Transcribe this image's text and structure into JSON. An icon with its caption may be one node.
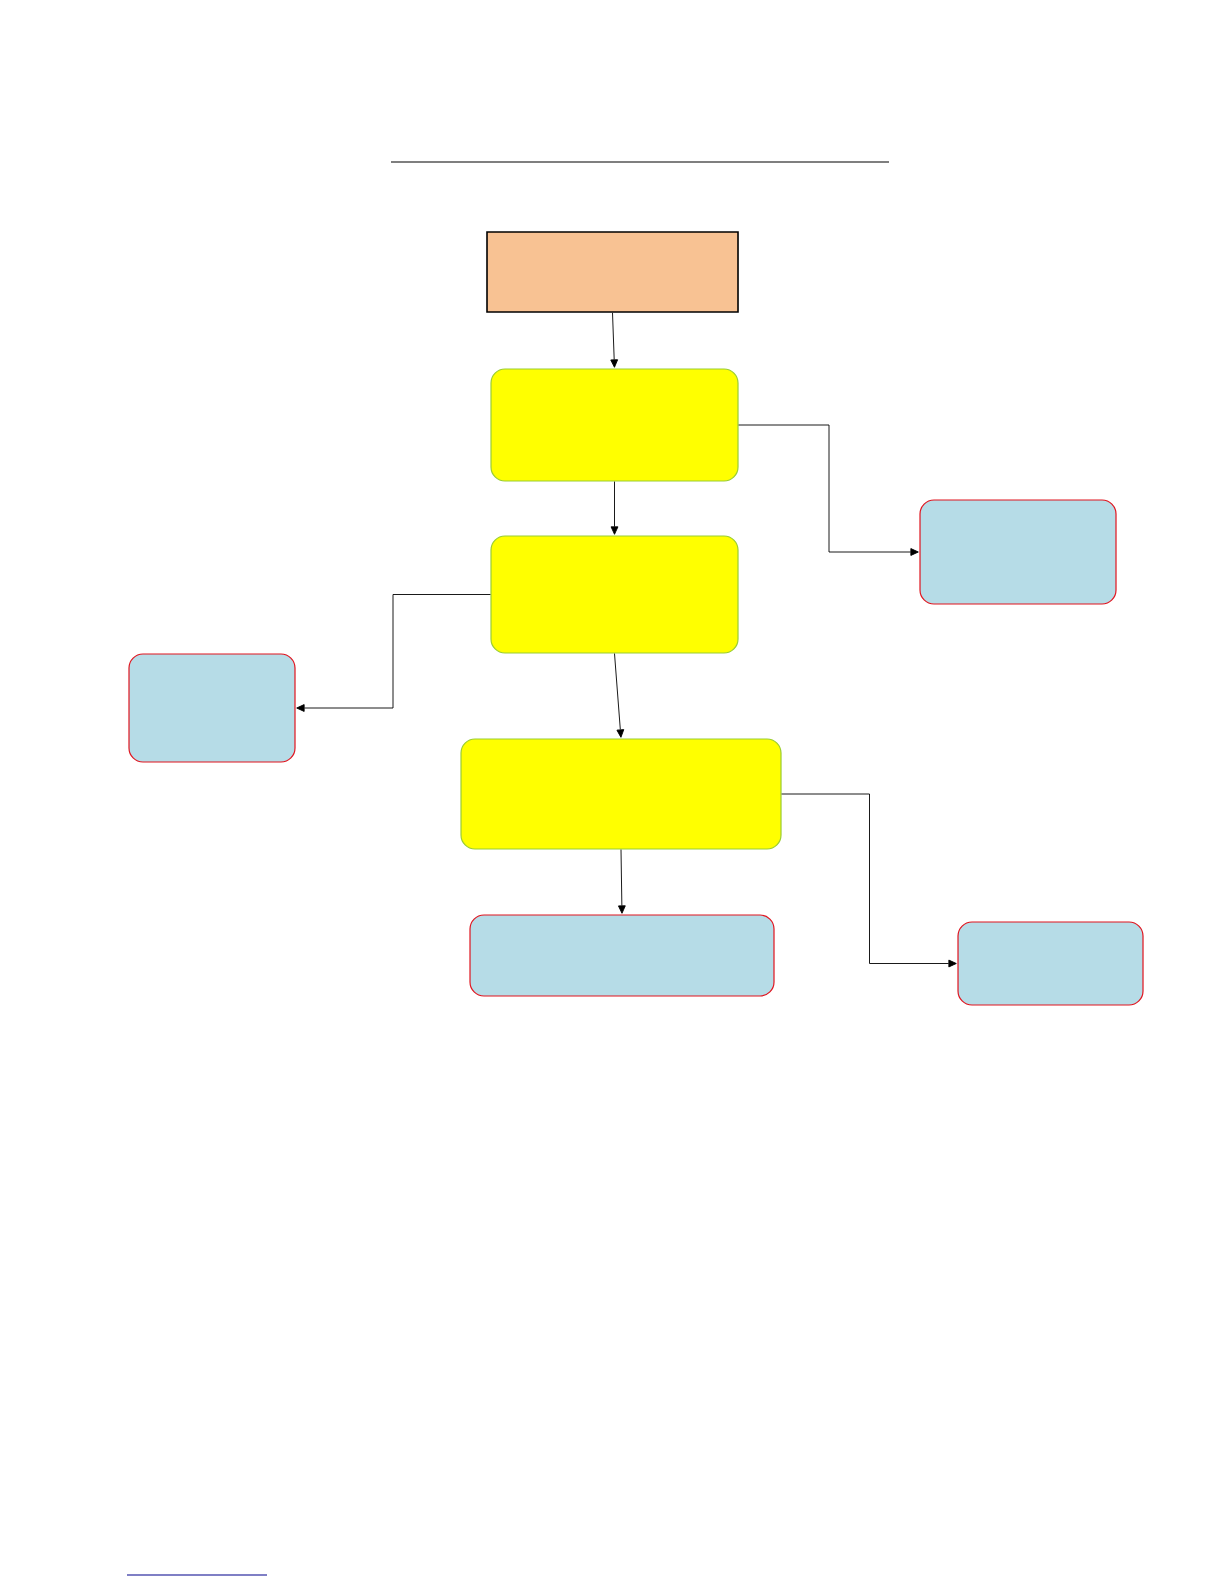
{
  "diagram": {
    "nodes": [
      {
        "text": [],
        "shape": "box"
      },
      {
        "text": [],
        "shape": "box"
      },
      {
        "text": [],
        "shape": "box"
      },
      {
        "text": [],
        "shape": "box"
      },
      {
        "text": [],
        "shape": "box"
      },
      {
        "text": [],
        "shape": "box"
      },
      {
        "text": [],
        "shape": "box"
      },
      {
        "text": [],
        "shape": "box"
      }
    ],
    "edges": [
      {
        "from": 0,
        "to": 1,
        "arrow": "to"
      },
      {
        "from": 1,
        "to": 3,
        "arrow": "to"
      },
      {
        "from": 1,
        "to": 2,
        "arrow": "to"
      },
      {
        "from": 3,
        "to": 4,
        "arrow": "to"
      },
      {
        "from": 3,
        "to": 5,
        "arrow": "to"
      },
      {
        "from": 5,
        "to": 6,
        "arrow": "to"
      },
      {
        "from": 5,
        "to": 7,
        "arrow": "to"
      }
    ]
  }
}
